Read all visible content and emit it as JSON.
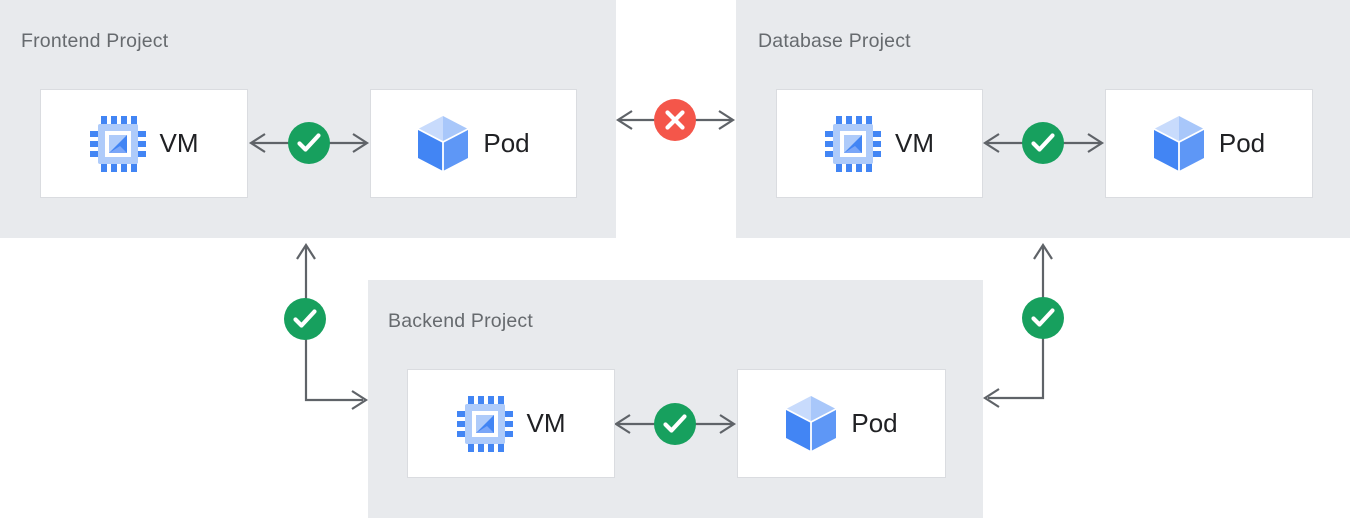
{
  "diagram": {
    "projects": [
      {
        "title": "Frontend Project",
        "nodes": [
          {
            "label": "VM",
            "icon": "compute-engine-vm-icon"
          },
          {
            "label": "Pod",
            "icon": "kubernetes-pod-icon"
          }
        ]
      },
      {
        "title": "Database Project",
        "nodes": [
          {
            "label": "VM",
            "icon": "compute-engine-vm-icon"
          },
          {
            "label": "Pod",
            "icon": "kubernetes-pod-icon"
          }
        ]
      },
      {
        "title": "Backend Project",
        "nodes": [
          {
            "label": "VM",
            "icon": "compute-engine-vm-icon"
          },
          {
            "label": "Pod",
            "icon": "kubernetes-pod-icon"
          }
        ]
      }
    ],
    "links": [
      {
        "from": "Frontend Project VM",
        "to": "Frontend Project Pod",
        "status": "allowed",
        "status_icon": "check-icon"
      },
      {
        "from": "Database Project VM",
        "to": "Database Project Pod",
        "status": "allowed",
        "status_icon": "check-icon"
      },
      {
        "from": "Backend Project VM",
        "to": "Backend Project Pod",
        "status": "allowed",
        "status_icon": "check-icon"
      },
      {
        "from": "Frontend Project",
        "to": "Database Project",
        "status": "blocked",
        "status_icon": "cross-icon"
      },
      {
        "from": "Frontend Project",
        "to": "Backend Project",
        "status": "allowed",
        "status_icon": "check-icon"
      },
      {
        "from": "Database Project",
        "to": "Backend Project",
        "status": "allowed",
        "status_icon": "check-icon"
      }
    ],
    "colors": {
      "project_bg": "#e8eaed",
      "card_bg": "#ffffff",
      "card_border": "#dadce0",
      "title_text": "#666a6e",
      "label_text": "#202124",
      "arrow": "#5f6368",
      "allowed_green": "#17a05e",
      "blocked_red": "#f4564a",
      "icon_blue": "#4285f4",
      "icon_light_blue": "#aecbfa"
    }
  }
}
